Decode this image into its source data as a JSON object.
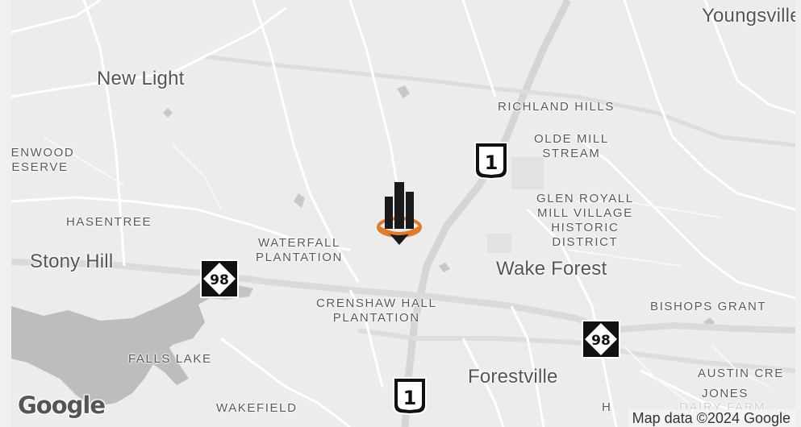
{
  "map": {
    "labels": {
      "youngsville": "Youngsville",
      "new_light": "New Light",
      "richland_hills": "RICHLAND HILLS",
      "olde_mill_stream": "OLDE MILL\nSTREAM",
      "kenwood_reserve": "KENWOOD\nRESERVE",
      "glen_royall": "GLEN ROYALL\nMILL VILLAGE\nHISTORIC\nDISTRICT",
      "hasentree": "HASENTREE",
      "waterfall_plantation": "WATERFALL\nPLANTATION",
      "stony_hill": "Stony Hill",
      "wake_forest": "Wake Forest",
      "crenshaw_hall": "CRENSHAW HALL\nPLANTATION",
      "bishops_grant": "BISHOPS GRANT",
      "falls_lake": "FALLS LAKE",
      "forestville": "Forestville",
      "austin_creek": "AUSTIN CRE",
      "jones": "JONES",
      "dairy_farm": "DAIRY FARM",
      "wakefield": "WAKEFIELD",
      "heritage": "H"
    },
    "shields": [
      {
        "name": "us-1-shield-north",
        "number": "1",
        "kind": "US"
      },
      {
        "name": "nc-98-shield-west",
        "number": "98",
        "kind": "NC"
      },
      {
        "name": "nc-98-shield-east",
        "number": "98",
        "kind": "NC"
      },
      {
        "name": "us-1-shield-south",
        "number": "1",
        "kind": "US"
      }
    ],
    "marker_icon": "building-location-pin-icon",
    "logo_text": "Google",
    "attribution": "Map data ©2024 Google",
    "colors": {
      "land": "#ececec",
      "roads": "#ffffff",
      "highway": "#d6d6d6",
      "water": "#bcbcbc",
      "marker_accent": "#e07b2e",
      "marker_body": "#1a1a1a"
    }
  }
}
